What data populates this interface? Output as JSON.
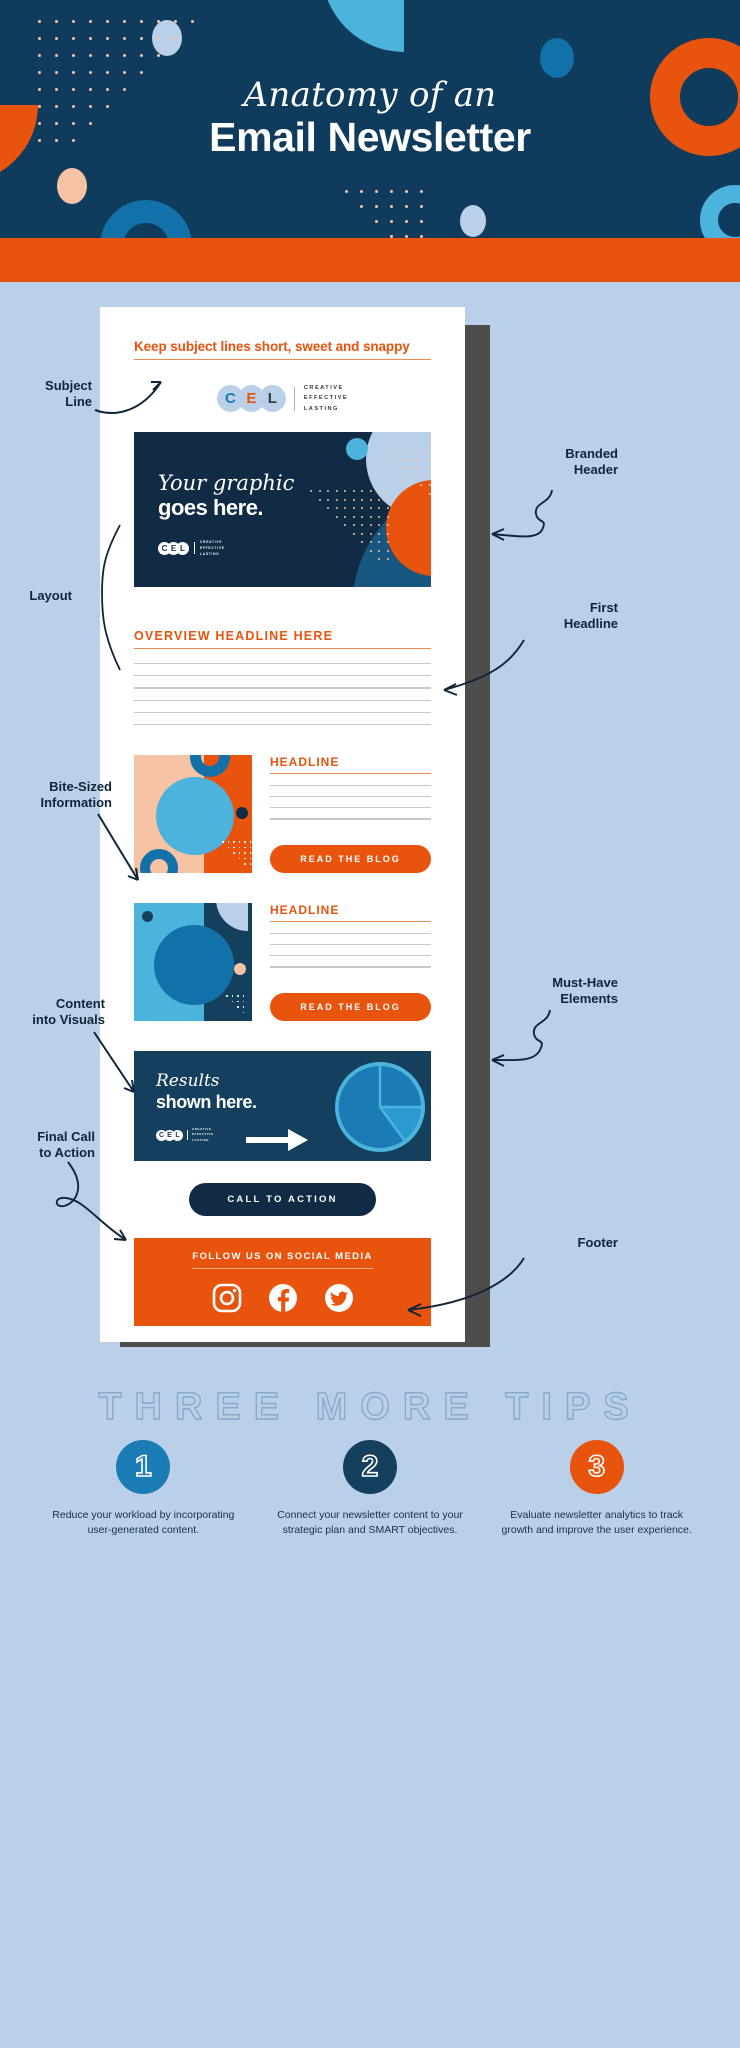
{
  "hero": {
    "script_line": "Anatomy of an",
    "bold_line": "Email Newsletter",
    "bg_color": "#0f3b5c",
    "band_color": "#e8530e"
  },
  "email": {
    "subject_line": "Keep subject lines short, sweet and snappy",
    "logo": {
      "letters": [
        "C",
        "E",
        "L"
      ],
      "tagline": [
        "CREATIVE",
        "EFFECTIVE",
        "LASTING"
      ]
    },
    "graphic": {
      "script": "Your graphic",
      "bold": "goes here.",
      "logo_letters": [
        "C",
        "E",
        "L"
      ],
      "logo_tagline": [
        "CREATIVE",
        "EFFECTIVE",
        "LASTING"
      ]
    },
    "overview_headline": "OVERVIEW HEADLINE HERE",
    "cards": [
      {
        "headline": "HEADLINE",
        "button": "READ THE BLOG"
      },
      {
        "headline": "HEADLINE",
        "button": "READ THE BLOG"
      }
    ],
    "results": {
      "script": "Results",
      "bold": "shown here.",
      "logo_letters": [
        "C",
        "E",
        "L"
      ],
      "logo_tagline": [
        "CREATIVE",
        "EFFECTIVE",
        "LASTING"
      ]
    },
    "cta_button": "CALL TO ACTION",
    "footer": {
      "title": "FOLLOW US ON SOCIAL MEDIA",
      "icons": [
        "instagram-icon",
        "facebook-icon",
        "twitter-icon"
      ]
    }
  },
  "annotations": {
    "subject_line": "Subject\nLine",
    "layout": "Layout",
    "bite_sized": "Bite-Sized\nInformation",
    "content_visuals": "Content\ninto Visuals",
    "final_cta": "Final Call\nto Action",
    "branded_header": "Branded\nHeader",
    "first_headline": "First\nHeadline",
    "must_have": "Must-Have\nElements",
    "footer": "Footer"
  },
  "tips": {
    "title": "THREE MORE TIPS",
    "items": [
      {
        "number": "1",
        "color": "#1b7cb5",
        "text": "Reduce your workload by incorporating user-generated content."
      },
      {
        "number": "2",
        "color": "#14405e",
        "text": "Connect your newsletter content to your strategic plan and SMART objectives."
      },
      {
        "number": "3",
        "color": "#e8530e",
        "text": "Evaluate newsletter analytics to track growth and improve the user experience."
      }
    ]
  },
  "colors": {
    "navy": "#0f3b5c",
    "dark_navy": "#102b43",
    "orange": "#e8530e",
    "light_blue_bg": "#b9d0e8",
    "blue": "#1b7cb5",
    "sky": "#4cb3dd",
    "peach": "#f6c3a5"
  }
}
